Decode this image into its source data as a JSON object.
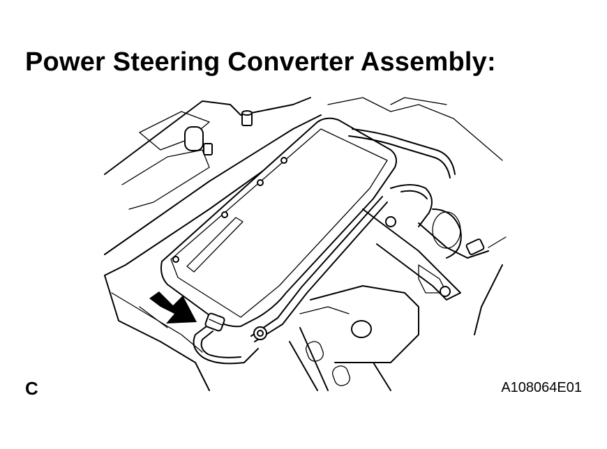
{
  "title": "Power Steering Converter Assembly:",
  "view_label": "C",
  "figure_code": "A108064E01",
  "colors": {
    "line": "#000000",
    "background": "#ffffff"
  },
  "icons": {
    "pointer": "arrow-icon"
  }
}
